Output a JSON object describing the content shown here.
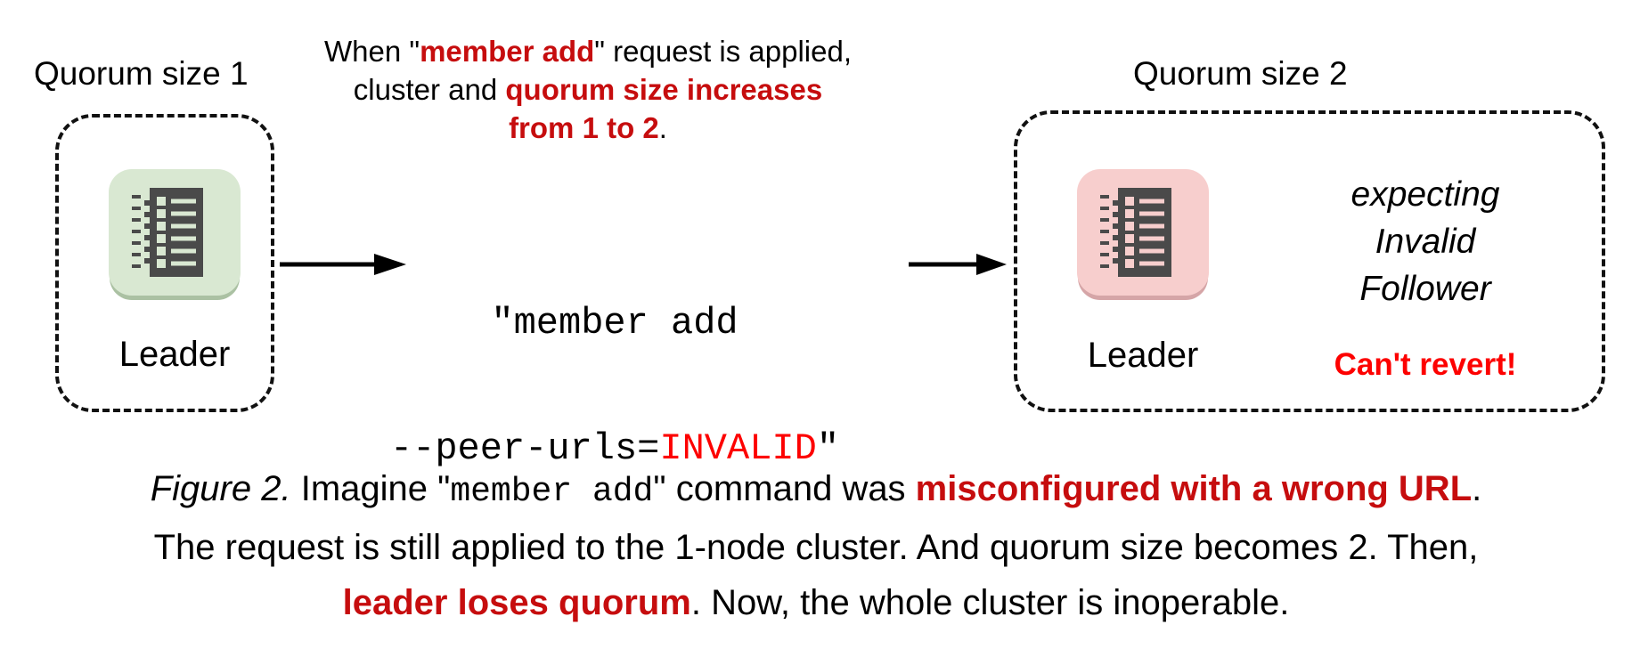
{
  "colors": {
    "red_dark": "#c60d0e",
    "red_bright": "#fd0100",
    "node_green": "#d9e8d2",
    "node_green_rim": "#abc1a3",
    "node_pink": "#f7cecd",
    "node_pink_rim": "#d5a5a7",
    "glyph_dark": "#4a4a4a",
    "text": "#000000",
    "background": "#ffffff"
  },
  "icons": {
    "node": "ledger-icon",
    "flow": "arrow-right-icon"
  },
  "left_cluster": {
    "title": "Quorum size 1",
    "node_label": "Leader"
  },
  "right_cluster": {
    "title": "Quorum size 2",
    "node_label": "Leader",
    "expecting_lines": [
      "expecting",
      "Invalid",
      "Follower"
    ],
    "warning": "Can't revert!"
  },
  "annotation": {
    "l1_pre": "When \"",
    "l1_em": "member add",
    "l1_post": "\" request is applied,",
    "l2_pre": "cluster and ",
    "l2_em": "quorum size increases",
    "l3_em": "from 1 to 2",
    "l3_post": "."
  },
  "command": {
    "line1": "\"member add",
    "l2_pre": "--peer-urls=",
    "l2_em": "INVALID",
    "l2_post": "\""
  },
  "caption": {
    "l1_fig": "Figure 2.",
    "l1_a": " Imagine \"",
    "l1_code": "member add",
    "l1_b": "\" command was ",
    "l1_em": "misconfigured with a wrong URL",
    "l1_c": ".",
    "l2": "The request is still applied to the 1-node cluster. And quorum size becomes 2. Then,",
    "l3_em": "leader loses quorum",
    "l3_a": ". Now, the whole cluster is inoperable."
  }
}
